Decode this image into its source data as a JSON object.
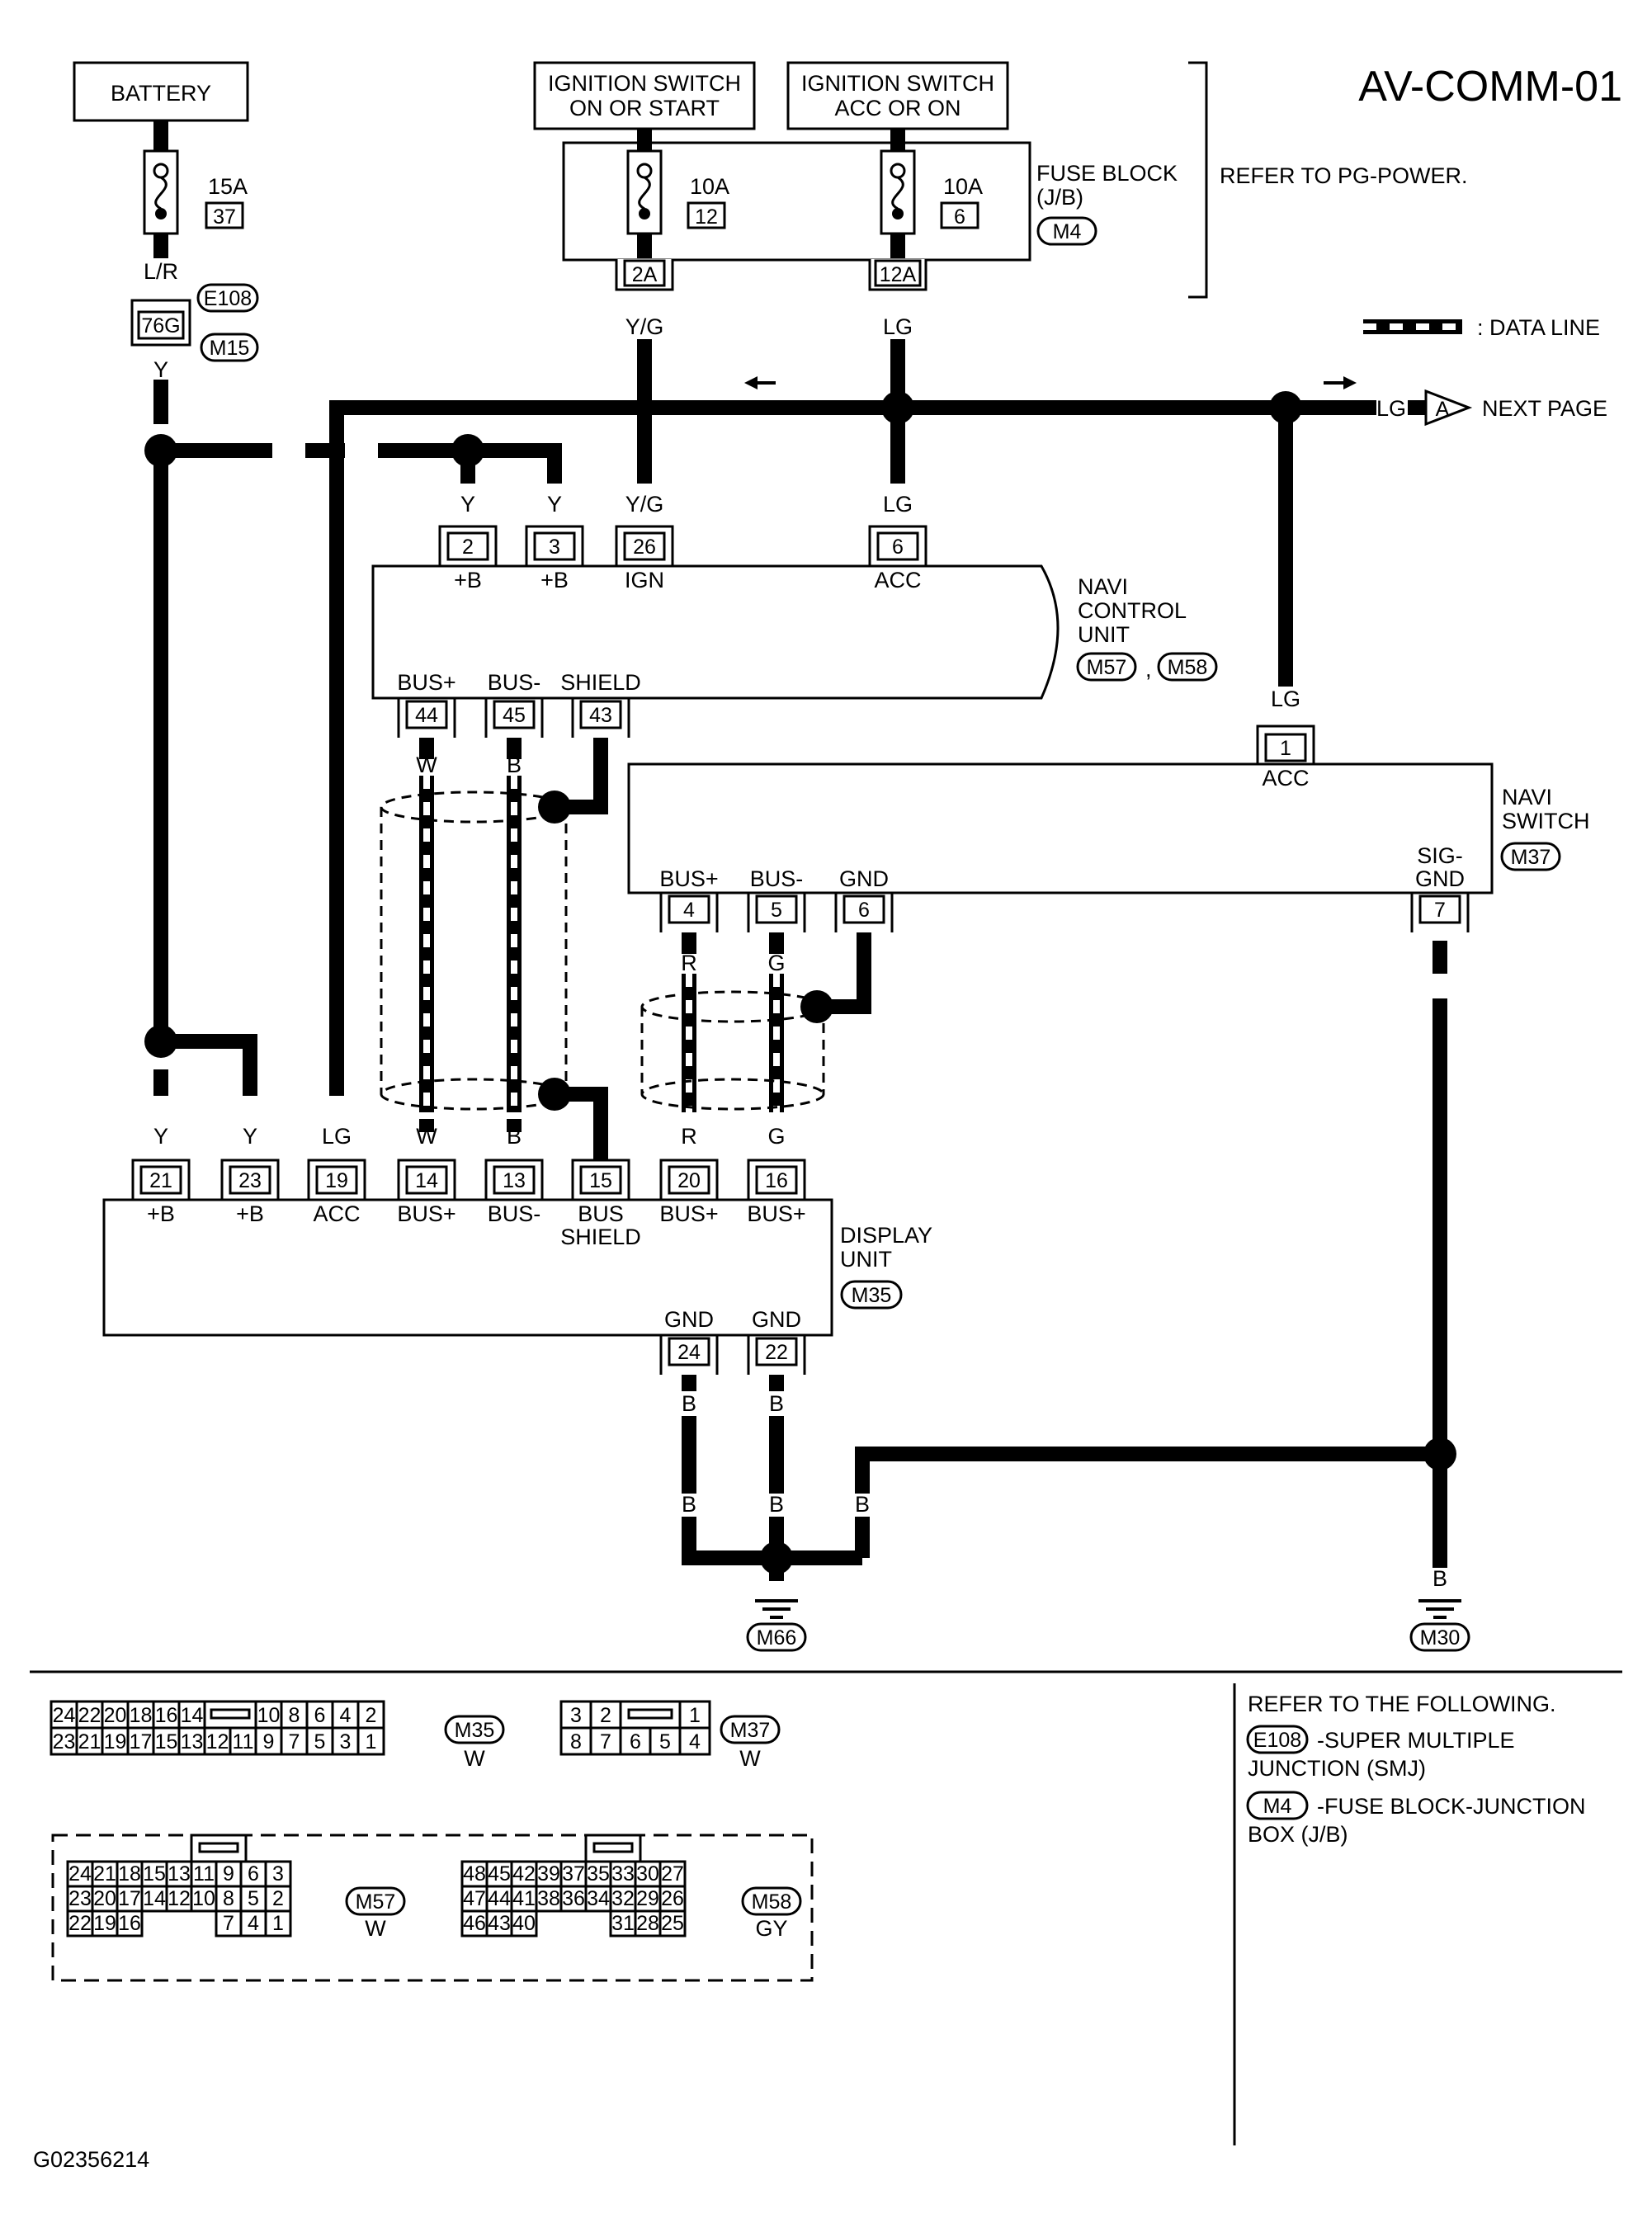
{
  "diagram_id": "AV-COMM-01",
  "image_code": "G02356214",
  "sources": {
    "battery": "BATTERY",
    "ign_on_start": [
      "IGNITION SWITCH",
      "ON OR START"
    ],
    "ign_acc_on": [
      "IGNITION SWITCH",
      "ACC OR ON"
    ]
  },
  "fuses": {
    "f37": {
      "amp": "15A",
      "num": "37"
    },
    "f12": {
      "amp": "10A",
      "num": "12"
    },
    "f6": {
      "amp": "10A",
      "num": "6"
    }
  },
  "fuse_block": {
    "label": [
      "FUSE BLOCK",
      "(J/B)"
    ],
    "conn": "M4",
    "refer": "REFER TO PG-POWER."
  },
  "battery_conn": {
    "wire_top": "L/R",
    "pin": "76G",
    "conn_a": "E108",
    "conn_b": "M15",
    "wire_bottom": "Y"
  },
  "fuse_terms": {
    "a": "2A",
    "b": "12A"
  },
  "legend": {
    "data_line": ": DATA LINE"
  },
  "next_page": {
    "wire": "LG",
    "marker": "A",
    "label": "NEXT PAGE"
  },
  "navi_control_unit": {
    "name": [
      "NAVI",
      "CONTROL",
      "UNIT"
    ],
    "conns": [
      "M57",
      "M58"
    ],
    "top_pins": [
      {
        "num": "2",
        "wire": "Y",
        "sig": "+B"
      },
      {
        "num": "3",
        "wire": "Y",
        "sig": "+B"
      },
      {
        "num": "26",
        "wire": "Y/G",
        "sig": "IGN"
      },
      {
        "num": "6",
        "wire": "LG",
        "sig": "ACC"
      }
    ],
    "bottom_pins": [
      {
        "num": "44",
        "sig": "BUS+",
        "wire": "W"
      },
      {
        "num": "45",
        "sig": "BUS-",
        "wire": "B"
      },
      {
        "num": "43",
        "sig": "SHIELD",
        "wire": ""
      }
    ]
  },
  "wire_yg": "Y/G",
  "wire_lg": "LG",
  "navi_switch": {
    "name": [
      "NAVI",
      "SWITCH"
    ],
    "conn": "M37",
    "acc_pin": {
      "num": "1",
      "wire": "LG",
      "sig": "ACC"
    },
    "bottom_pins": [
      {
        "num": "4",
        "sig": "BUS+",
        "wire": "R"
      },
      {
        "num": "5",
        "sig": "BUS-",
        "wire": "G"
      },
      {
        "num": "6",
        "sig": "GND",
        "wire": ""
      },
      {
        "num": "7",
        "sig": [
          "SIG-",
          "GND"
        ],
        "wire": "B"
      }
    ]
  },
  "display_unit": {
    "name": [
      "DISPLAY",
      "UNIT"
    ],
    "conn": "M35",
    "top_pins": [
      {
        "num": "21",
        "wire": "Y",
        "sig": "+B"
      },
      {
        "num": "23",
        "wire": "Y",
        "sig": "+B"
      },
      {
        "num": "19",
        "wire": "LG",
        "sig": "ACC"
      },
      {
        "num": "14",
        "wire": "W",
        "sig": "BUS+"
      },
      {
        "num": "13",
        "wire": "B",
        "sig": "BUS-"
      },
      {
        "num": "15",
        "wire": "",
        "sig": "BUS"
      },
      {
        "num": "20",
        "wire": "R",
        "sig": "BUS+"
      },
      {
        "num": "16",
        "wire": "G",
        "sig": "BUS+"
      }
    ],
    "shield_sub": "SHIELD",
    "gnd_pins": [
      {
        "num": "24",
        "sig": "GND",
        "wire": "B"
      },
      {
        "num": "22",
        "sig": "GND",
        "wire": "B"
      }
    ]
  },
  "ground_wires": {
    "left_a": "B",
    "left_b": "B",
    "left_c": "B",
    "right": "B"
  },
  "grounds": {
    "g1": "M66",
    "g2": "M30"
  },
  "conn_faces": {
    "m35": {
      "row1": [
        "24",
        "22",
        "20",
        "18",
        "16",
        "14",
        "10",
        "8",
        "6",
        "4",
        "2"
      ],
      "row2": [
        "23",
        "21",
        "19",
        "17",
        "15",
        "13",
        "12",
        "11",
        "9",
        "7",
        "5",
        "3",
        "1"
      ],
      "conn": "M35",
      "color": "W"
    },
    "m37": {
      "row1": [
        "3",
        "2",
        "1"
      ],
      "row2": [
        "8",
        "7",
        "6",
        "5",
        "4"
      ],
      "conn": "M37",
      "color": "W"
    },
    "m57": {
      "rows": [
        [
          "24",
          "21",
          "18",
          "15",
          "13",
          "11",
          "9",
          "6",
          "3"
        ],
        [
          "23",
          "20",
          "17",
          "14",
          "12",
          "10",
          "8",
          "5",
          "2"
        ],
        [
          "22",
          "19",
          "16",
          "7",
          "4",
          "1"
        ]
      ],
      "conn": "M57",
      "color": "W"
    },
    "m58": {
      "rows": [
        [
          "48",
          "45",
          "42",
          "39",
          "37",
          "35",
          "33",
          "30",
          "27"
        ],
        [
          "47",
          "44",
          "41",
          "38",
          "36",
          "34",
          "32",
          "29",
          "26"
        ],
        [
          "46",
          "43",
          "40",
          "31",
          "28",
          "25"
        ]
      ],
      "conn": "M58",
      "color": "GY"
    }
  },
  "refer": {
    "title": "REFER TO THE FOLLOWING.",
    "items": [
      {
        "conn": "E108",
        "text": [
          "-SUPER MULTIPLE",
          "JUNCTION (SMJ)"
        ]
      },
      {
        "conn": "M4",
        "text": [
          "-FUSE BLOCK-JUNCTION",
          "BOX (J/B)"
        ]
      }
    ]
  }
}
